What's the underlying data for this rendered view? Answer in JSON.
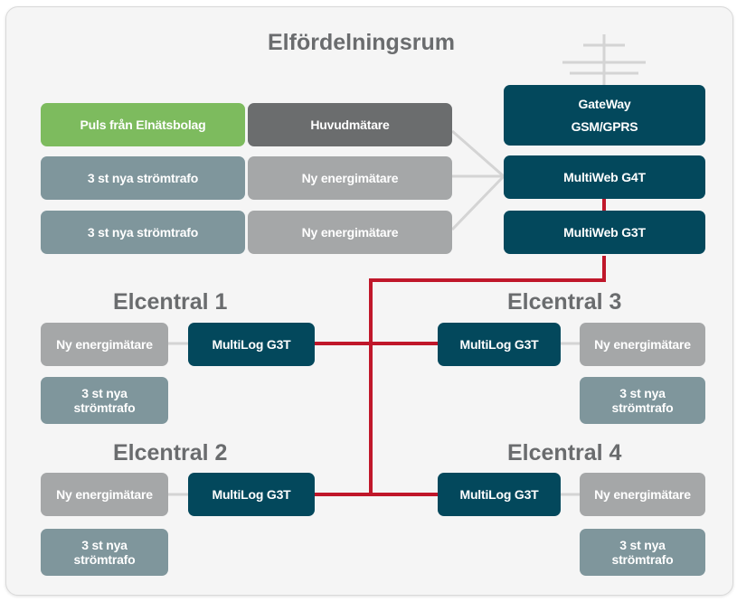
{
  "title": "Elfördelningsrum",
  "main_room": {
    "pulse": "Puls från Elnätsbolag",
    "main_meter": "Huvudmätare",
    "ct_row1": "3 st nya strömtrafo",
    "meter_row1": "Ny energimätare",
    "ct_row2": "3 st nya strömtrafo",
    "meter_row2": "Ny energimätare",
    "gateway_line1": "GateWay",
    "gateway_line2": "GSM/GPRS",
    "multiweb_g4t": "MultiWeb G4T",
    "multiweb_g3t": "MultiWeb G3T"
  },
  "centrals": [
    {
      "title": "Elcentral 1",
      "meter": "Ny energimätare",
      "logger": "MultiLog G3T",
      "ct_line1": "3 st nya",
      "ct_line2": "strömtrafo"
    },
    {
      "title": "Elcentral 2",
      "meter": "Ny energimätare",
      "logger": "MultiLog G3T",
      "ct_line1": "3 st nya",
      "ct_line2": "strömtrafo"
    },
    {
      "title": "Elcentral 3",
      "meter": "Ny energimätare",
      "logger": "MultiLog G3T",
      "ct_line1": "3 st nya",
      "ct_line2": "strömtrafo"
    },
    {
      "title": "Elcentral 4",
      "meter": "Ny energimätare",
      "logger": "MultiLog G3T",
      "ct_line1": "3 st nya",
      "ct_line2": "strömtrafo"
    }
  ],
  "colors": {
    "bus_line": "#c0172a",
    "connector": "#d4d4d4",
    "teal": "#03485c",
    "green": "#7dbb5e"
  }
}
